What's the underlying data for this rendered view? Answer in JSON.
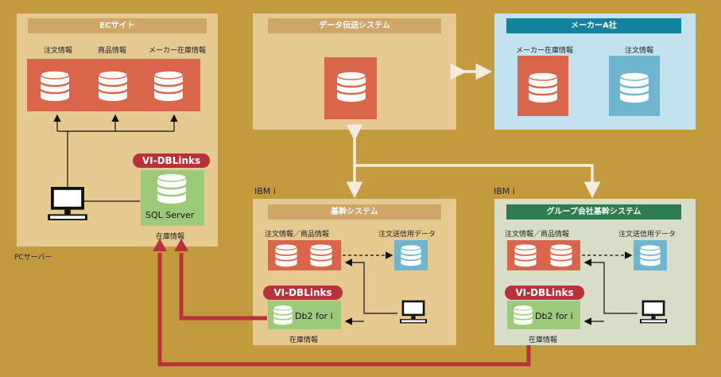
{
  "ec": {
    "title": "ECサイト",
    "col1": "注文情報",
    "col2": "商品情報",
    "col3": "メーカー在庫情報",
    "tag": "VI-DBLinks",
    "db": "SQL Server",
    "stock": "在庫情報",
    "server": "PCサーバー"
  },
  "dts": {
    "title": "データ伝送システム"
  },
  "maker": {
    "title": "メーカーA社",
    "col1": "メーカー在庫情報",
    "col2": "注文情報"
  },
  "ibm1": {
    "label": "IBM i",
    "title": "基幹システム",
    "orders": "注文情報／商品情報",
    "send": "注文送信用データ",
    "tag": "VI-DBLinks",
    "db": "Db2 for i",
    "stock": "在庫情報"
  },
  "ibm2": {
    "label": "IBM i",
    "title": "グループ会社基幹システム",
    "orders": "注文情報／商品情報",
    "send": "注文送信用データ",
    "tag": "VI-DBLinks",
    "db": "Db2 for i",
    "stock": "在庫情報"
  },
  "colors": {
    "bg": "#c49a3f",
    "panel": "#e6c990",
    "red": "#d9664a",
    "blue": "#6eb6d0",
    "tag": "#b8323a",
    "green": "#9cc97a",
    "maker_bg": "#c4e2ed"
  }
}
